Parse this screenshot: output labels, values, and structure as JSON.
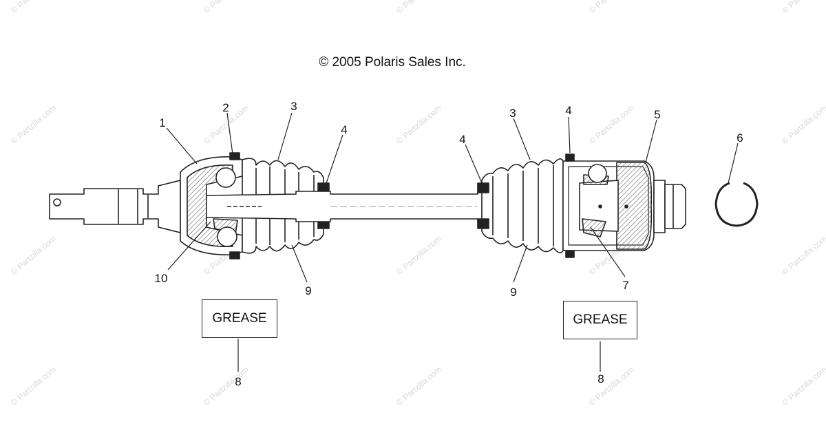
{
  "copyright": "© 2005 Polaris Sales Inc.",
  "grease_labels": [
    "GREASE",
    "GREASE"
  ],
  "callouts": [
    "1",
    "2",
    "3",
    "4",
    "4",
    "3",
    "4",
    "5",
    "6",
    "7",
    "8",
    "8",
    "9",
    "9",
    "10"
  ],
  "watermark": "© Partzilla.com"
}
